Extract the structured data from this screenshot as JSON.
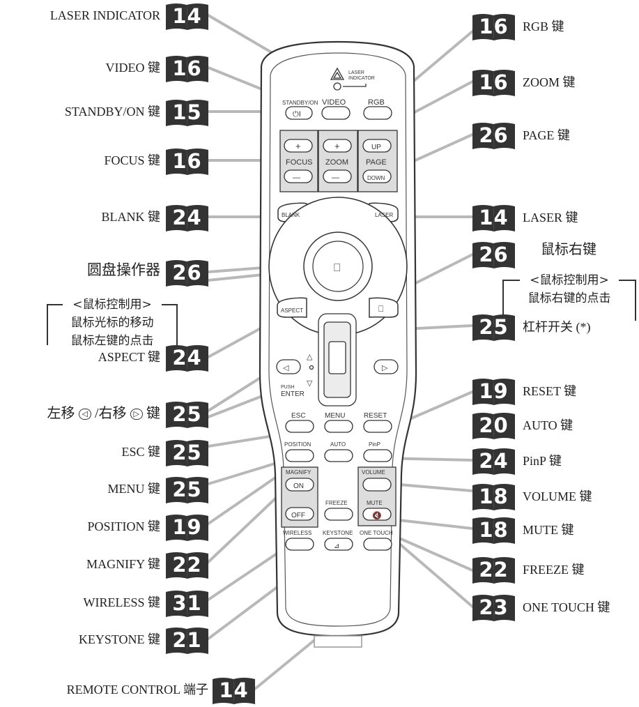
{
  "remote": {
    "laser_warning_line1": "LASER",
    "laser_warning_line2": "INDICATOR",
    "btn_standby": "STANDBY/ON",
    "btn_video": "VIDEO",
    "btn_rgb": "RGB",
    "plus": "+",
    "minus": "—",
    "focus": "FOCUS",
    "zoom": "ZOOM",
    "page_up": "UP",
    "page": "PAGE",
    "page_down": "DOWN",
    "blank": "BLANK",
    "laser": "LASER",
    "aspect": "ASPECT",
    "push": "PUSH",
    "enter": "ENTER",
    "esc": "ESC",
    "menu": "MENU",
    "reset": "RESET",
    "position": "POSITION",
    "auto": "AUTO",
    "pinp": "PinP",
    "magnify": "MAGNIFY",
    "on": "ON",
    "off": "OFF",
    "volume": "VOLUME",
    "freeze": "FREEZE",
    "mute": "MUTE",
    "wireless": "WIRELESS",
    "keystone": "KEYSTONE",
    "one_touch": "ONE TOUCH"
  },
  "left_labels": [
    {
      "text": "LASER INDICATOR",
      "badge": "14"
    },
    {
      "text": "VIDEO 键",
      "badge": "16"
    },
    {
      "text": "STANDBY/ON 键",
      "badge": "15"
    },
    {
      "text": "FOCUS 键",
      "badge": "16"
    },
    {
      "text": "BLANK 键",
      "badge": "24"
    },
    {
      "text": "圆盘操作器",
      "badge": "26"
    },
    {
      "text": "ASPECT 键",
      "badge": "24"
    },
    {
      "text": "键",
      "badge": "25",
      "prefix_a": "左移",
      "prefix_b": "/右移"
    },
    {
      "text": "ESC 键",
      "badge": "25"
    },
    {
      "text": "MENU 键",
      "badge": "25"
    },
    {
      "text": "POSITION 键",
      "badge": "19"
    },
    {
      "text": "MAGNIFY 键",
      "badge": "22"
    },
    {
      "text": "WIRELESS 键",
      "badge": "31"
    },
    {
      "text": "KEYSTONE 键",
      "badge": "21"
    },
    {
      "text": "REMOTE CONTROL 端子",
      "badge": "14"
    }
  ],
  "right_labels": [
    {
      "text": "RGB 键",
      "badge": "16"
    },
    {
      "text": "ZOOM 键",
      "badge": "16"
    },
    {
      "text": "PAGE 键",
      "badge": "26"
    },
    {
      "text": "LASER 键",
      "badge": "14"
    },
    {
      "text": "鼠标右键",
      "badge": "26"
    },
    {
      "text": "杠杆开关 (*)",
      "badge": "25"
    },
    {
      "text": "RESET 键",
      "badge": "19"
    },
    {
      "text": "AUTO 键",
      "badge": "20"
    },
    {
      "text": "PinP 键",
      "badge": "24"
    },
    {
      "text": "VOLUME 键",
      "badge": "18"
    },
    {
      "text": "MUTE 键",
      "badge": "18"
    },
    {
      "text": "FREEZE 键",
      "badge": "22"
    },
    {
      "text": "ONE TOUCH 键",
      "badge": "23"
    }
  ],
  "notes": {
    "left": [
      "<鼠标控制用>",
      "鼠标光标的移动",
      "鼠标左键的点击"
    ],
    "right": [
      "<鼠标控制用>",
      "鼠标右键的点击"
    ]
  }
}
